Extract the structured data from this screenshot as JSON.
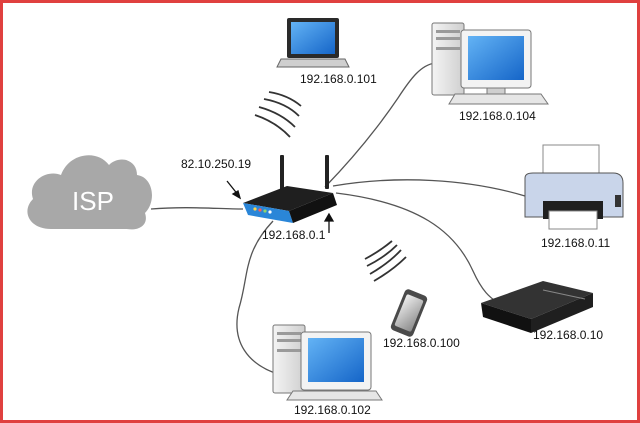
{
  "diagram": {
    "isp_label": "ISP",
    "router_wan_ip": "82.10.250.19",
    "router_lan_ip": "192.168.0.1",
    "devices": {
      "laptop": "192.168.0.101",
      "desktop_top": "192.168.0.104",
      "printer": "192.168.0.11",
      "console": "192.168.0.10",
      "phone": "192.168.0.100",
      "desktop_bottom": "192.168.0.102"
    }
  },
  "colors": {
    "frame_border": "#e0403f",
    "cloud": "#a8a8a8",
    "router_blue": "#2a86d8",
    "monitor_screen": "#1e7fd9",
    "cable": "#555555"
  }
}
